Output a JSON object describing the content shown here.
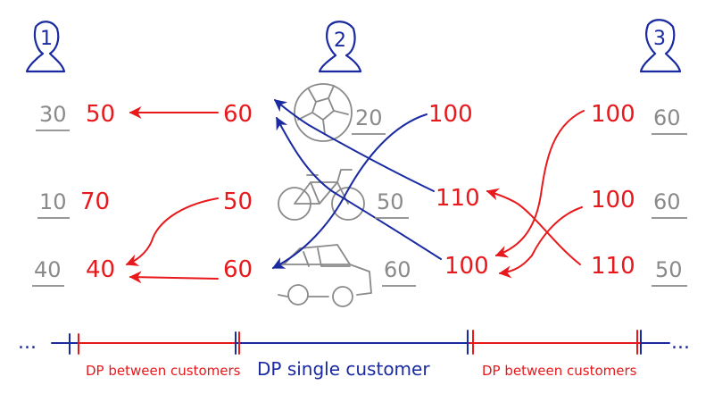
{
  "customers": [
    {
      "label": "1"
    },
    {
      "label": "2"
    },
    {
      "label": "3"
    }
  ],
  "columns": {
    "c1_gray": [
      "30",
      "10",
      "40"
    ],
    "c1_red": [
      "50",
      "70",
      "40"
    ],
    "c2_left_red": [
      "60",
      "50",
      "60"
    ],
    "c2_gray": [
      "20",
      "50",
      "60"
    ],
    "c2_right_red": [
      "100",
      "110",
      "100"
    ],
    "c3_red": [
      "100",
      "100",
      "110"
    ],
    "c3_gray": [
      "60",
      "60",
      "50"
    ]
  },
  "items": [
    {
      "icon": "ball-icon"
    },
    {
      "icon": "bicycle-icon"
    },
    {
      "icon": "car-icon"
    }
  ],
  "timeline": {
    "left_dots": "...",
    "right_dots": "...",
    "seg1": "DP between customers",
    "seg2": "DP single customer",
    "seg3": "DP between customers"
  },
  "colors": {
    "blue": "#1a2aa0",
    "red": "#e8191c",
    "gray": "#8a8a8a"
  }
}
